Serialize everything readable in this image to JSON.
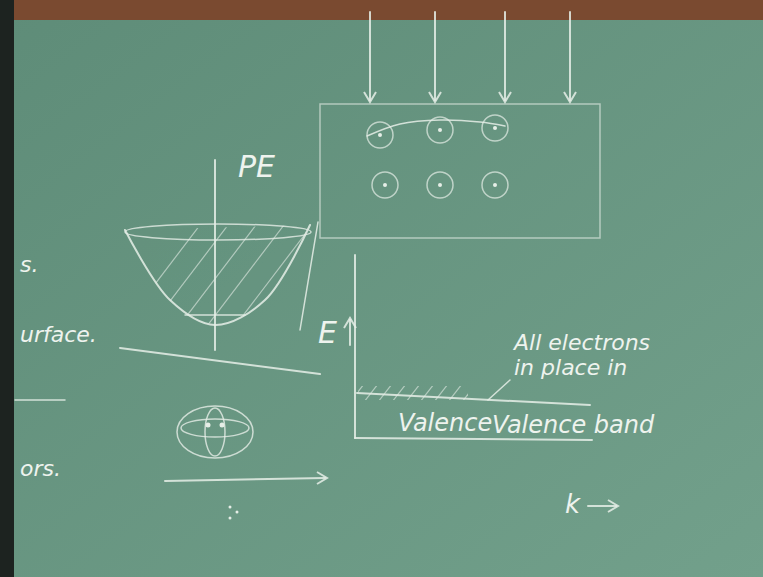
{
  "diagram": {
    "labels": [
      "PE",
      "s.",
      "urface.",
      "E",
      "All electrons in place in",
      "Valence",
      "Valence band",
      "ors.",
      "k"
    ]
  }
}
